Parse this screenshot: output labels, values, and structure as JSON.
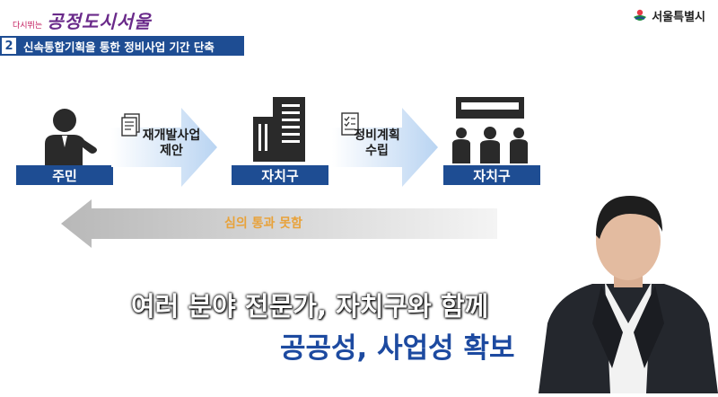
{
  "header": {
    "logo_small": "다시뛰는",
    "logo_big": "공정도시서울",
    "seoul_logo_text": "서울특별시"
  },
  "section": {
    "number": "2",
    "title": "신속통합기획을 통한 정비사업 기간 단축"
  },
  "flow": {
    "resident_label": "주민",
    "step1_text_line1": "재개발사업",
    "step1_text_line2": "제안",
    "district_label_1": "자치구",
    "step2_text_line1": "정비계획",
    "step2_text_line2": "수립",
    "district_label_2": "자치구",
    "back_arrow_text": "심의 통과 못함"
  },
  "subtitle": {
    "line1": "여러 분야 전문가, 자치구와 함께",
    "line2": "공공성, 사업성 확보"
  },
  "colors": {
    "brand_blue": "#1e4d93",
    "arrow_blue": "#cfe2f7",
    "back_arrow_gray": "#c8c8c8",
    "back_text_orange": "#e8a23a"
  }
}
